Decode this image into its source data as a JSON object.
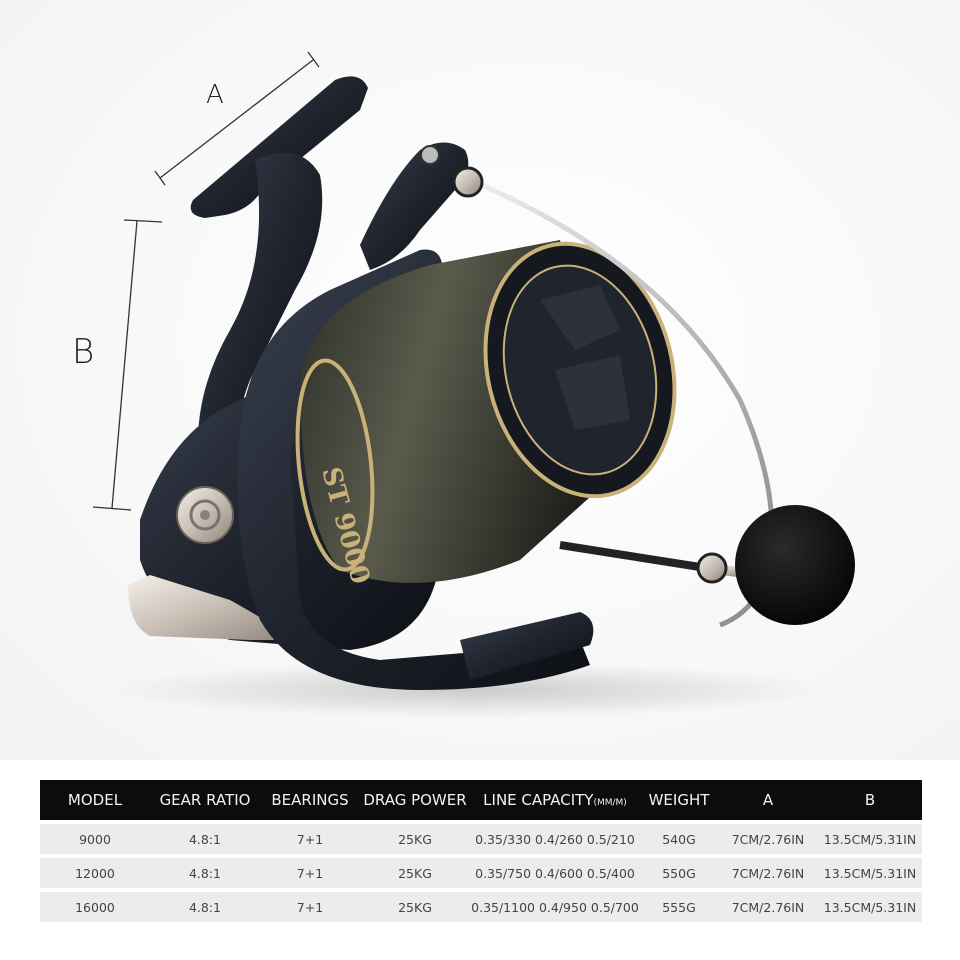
{
  "dimension_labels": {
    "a": "A",
    "b": "B"
  },
  "reel_spool_text": "ST 9000",
  "spec_table": {
    "headers": {
      "model": "MODEL",
      "gear_ratio": "GEAR RATIO",
      "bearings": "BEARINGS",
      "drag_power": "DRAG POWER",
      "line_capacity": "LINE CAPACITY",
      "line_capacity_unit": "(MM/M)",
      "weight": "WEIGHT",
      "a": "A",
      "b": "B"
    },
    "rows": [
      {
        "model": "9000",
        "gear_ratio": "4.8:1",
        "bearings": "7+1",
        "drag_power": "25KG",
        "line_capacity": "0.35/330 0.4/260 0.5/210",
        "weight": "540G",
        "a": "7CM/2.76IN",
        "b": "13.5CM/5.31IN"
      },
      {
        "model": "12000",
        "gear_ratio": "4.8:1",
        "bearings": "7+1",
        "drag_power": "25KG",
        "line_capacity": "0.35/750 0.4/600 0.5/400",
        "weight": "550G",
        "a": "7CM/2.76IN",
        "b": "13.5CM/5.31IN"
      },
      {
        "model": "16000",
        "gear_ratio": "4.8:1",
        "bearings": "7+1",
        "drag_power": "25KG",
        "line_capacity": "0.35/1100 0.4/950 0.5/700",
        "weight": "555G",
        "a": "7CM/2.76IN",
        "b": "13.5CM/5.31IN"
      }
    ]
  },
  "colors": {
    "reel_body": "#1f2530",
    "spool_line": "#4a4a3e",
    "gold_trim": "#c9b27a",
    "table_header_bg": "#0c0c0c",
    "table_row_bg": "#ececec"
  }
}
